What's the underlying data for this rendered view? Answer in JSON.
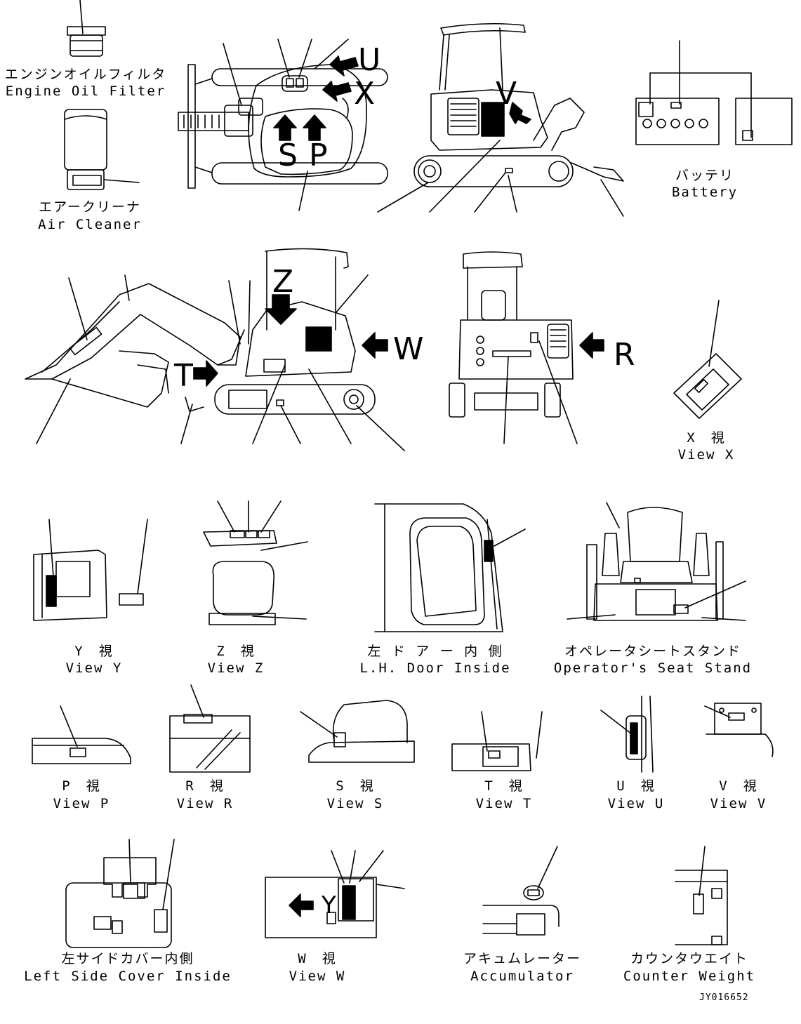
{
  "labels": {
    "engine_oil_filter": {
      "ja": "エンジンオイルフィルタ",
      "en": "Engine Oil Filter"
    },
    "air_cleaner": {
      "ja": "エアークリーナ",
      "en": "Air Cleaner"
    },
    "battery": {
      "ja": "バッテリ",
      "en": "Battery"
    },
    "view_x": {
      "ja": "X　視",
      "en": "View X"
    },
    "view_y": {
      "ja": "Y　視",
      "en": "View Y"
    },
    "view_z": {
      "ja": "Z　視",
      "en": "View Z"
    },
    "lh_door_inside": {
      "ja": "左 ド ア ー 内 側",
      "en": "L.H. Door Inside"
    },
    "operator_seat_stand": {
      "ja": "オペレータシートスタンド",
      "en": "Operator's Seat Stand"
    },
    "view_p": {
      "ja": "P　視",
      "en": "View P"
    },
    "view_r": {
      "ja": "R　視",
      "en": "View R"
    },
    "view_s": {
      "ja": "S　視",
      "en": "View S"
    },
    "view_t": {
      "ja": "T　視",
      "en": "View T"
    },
    "view_u": {
      "ja": "U　視",
      "en": "View U"
    },
    "view_v": {
      "ja": "V　視",
      "en": "View V"
    },
    "left_side_cover_inside": {
      "ja": "左サイドカバー内側",
      "en": "Left Side Cover Inside"
    },
    "view_w": {
      "ja": "W　視",
      "en": "View W"
    },
    "accumulator": {
      "ja": "アキュムレーター",
      "en": "Accumulator"
    },
    "counter_weight": {
      "ja": "カウンタウエイト",
      "en": "Counter Weight"
    }
  },
  "view_markers": {
    "u": "U",
    "x": "X",
    "s": "S",
    "p": "P",
    "v": "V",
    "z": "Z",
    "w": "W",
    "t": "T",
    "r": "R",
    "y": "Y"
  },
  "drawing_ref": "JY016652"
}
